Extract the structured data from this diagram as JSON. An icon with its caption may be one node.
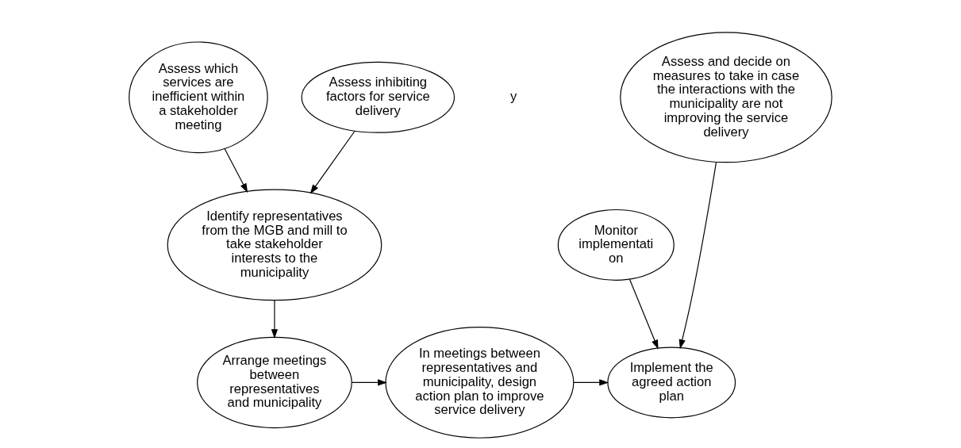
{
  "diagram": {
    "nodes": [
      {
        "text": [
          "Assess which services are inefficient within a stakeholder meeting"
        ]
      },
      {
        "text": [
          "Assess inhibiting factors for service delivery"
        ]
      },
      {
        "text": [
          "Identify representatives from the MGB and mill to take stakeholder interests to the municipality"
        ]
      },
      {
        "text": [
          "Assess and decide on measures to take in case the interactions with the municipality are not improving the service delivery"
        ]
      },
      {
        "text": [
          "Monitor implementati on"
        ]
      },
      {
        "text": [
          "Arrange meetings between representatives and municipality"
        ]
      },
      {
        "text": [
          "In meetings between representatives and municipality, design action plan to improve service delivery"
        ]
      },
      {
        "text": [
          "Implement the agreed action plan"
        ]
      }
    ],
    "edges": [
      {
        "from": 0,
        "to": 2,
        "arrow": "to"
      },
      {
        "from": 1,
        "to": 2,
        "arrow": "to"
      },
      {
        "from": 2,
        "to": 5,
        "arrow": "to"
      },
      {
        "from": 5,
        "to": 6,
        "arrow": "to"
      },
      {
        "from": 6,
        "to": 7,
        "arrow": "to"
      },
      {
        "from": 3,
        "to": 7,
        "arrow": "to"
      },
      {
        "from": 4,
        "to": 7,
        "arrow": "to"
      }
    ],
    "labels": [
      "y"
    ]
  }
}
